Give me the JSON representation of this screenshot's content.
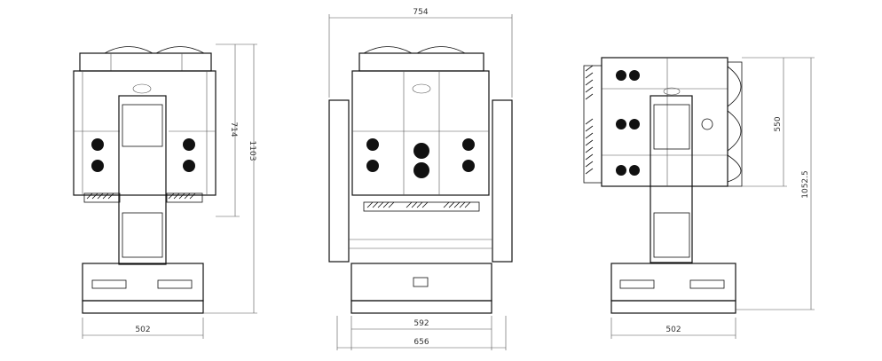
{
  "drawing": {
    "left_view": {
      "width_dim": "502",
      "height_dim": "1103",
      "head_dim": "714"
    },
    "front_view": {
      "top_dim": "754",
      "inner_base_dim": "592",
      "outer_base_dim": "656"
    },
    "right_view": {
      "width_dim": "502",
      "height_dim": "1052.5",
      "head_dim": "550"
    },
    "colors": {
      "line": "#111111",
      "dimension": "#555555",
      "background": "#ffffff"
    }
  }
}
